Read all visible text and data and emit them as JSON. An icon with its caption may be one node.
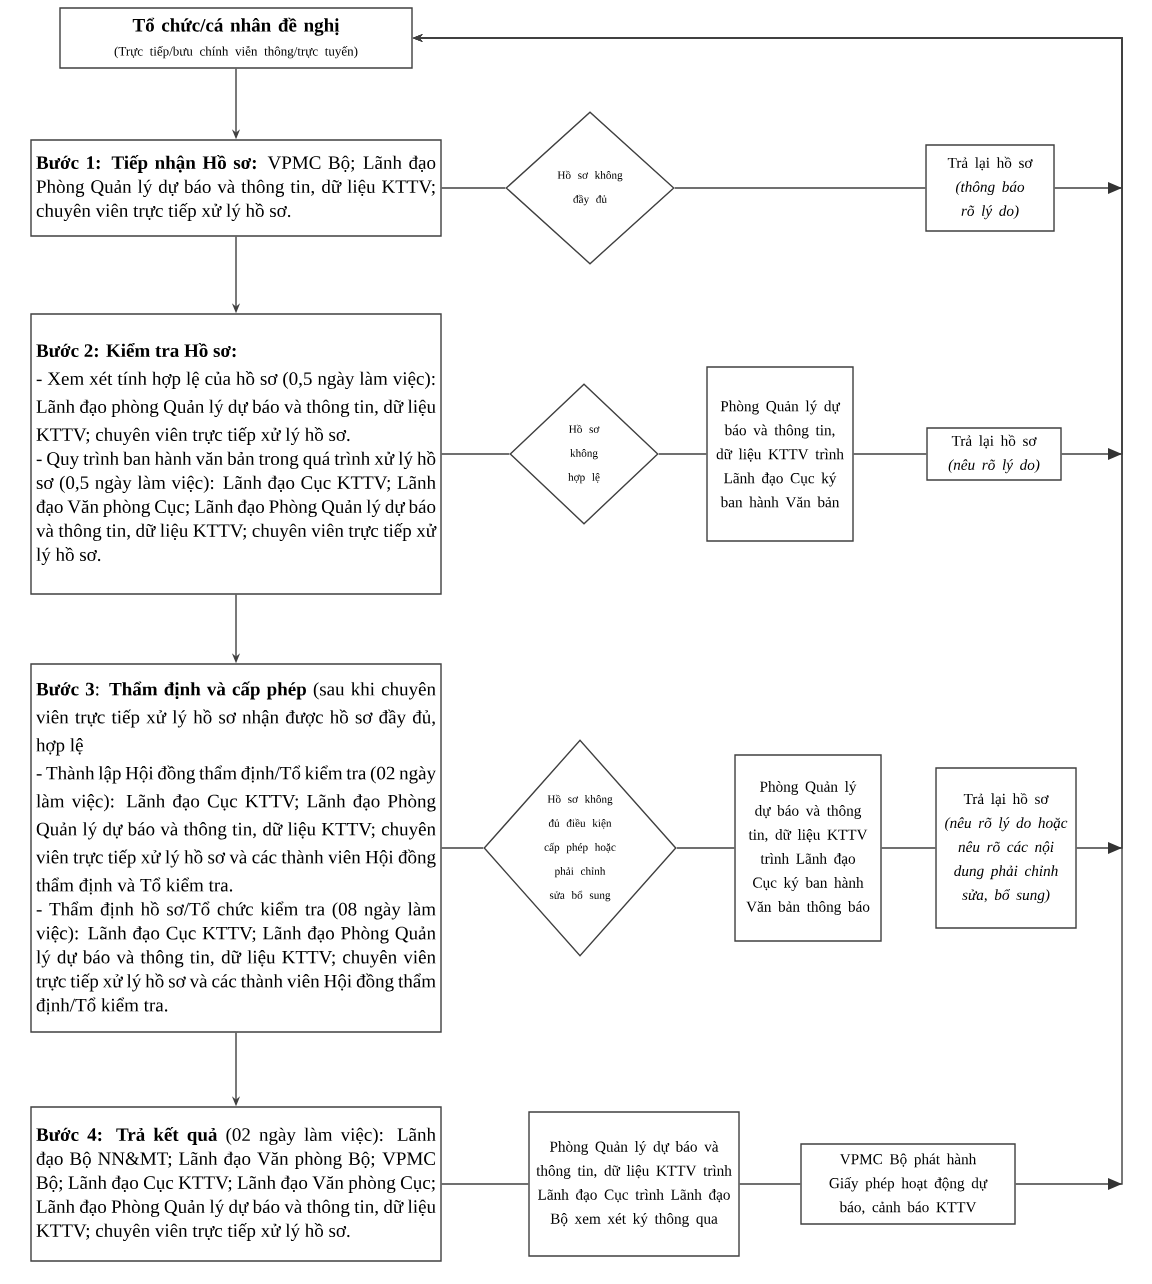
{
  "diagram": {
    "nodes": [
      {
        "text": [
          "Tổ chức/cá nhân đề nghị",
          "(Trực tiếp/bưu chính viễn thông/trực tuyến)"
        ]
      },
      {
        "text": [
          "**Bước 1: Tiếp nhận Hồ sơ:** VPMC Bộ; Lãnh đạo Phòng Quản lý dự báo và thông tin, dữ liệu KTTV; chuyên viên trực tiếp xử lý hồ sơ."
        ]
      },
      {
        "text": [
          "Hồ sơ không đầy đủ"
        ]
      },
      {
        "text": [
          "Trả lại hồ sơ",
          "(thông báo rõ lý do)"
        ]
      },
      {
        "text": [
          "Bước 2: Kiểm tra Hồ sơ:",
          "- Xem xét tính hợp lệ của hồ sơ (0,5 ngày làm việc): Lãnh đạo phòng Quản lý dự báo và thông tin, dữ liệu KTTV; chuyên viên trực tiếp xử lý hồ sơ.",
          "- Quy trình ban hành văn bản trong quá trình xử lý hồ sơ (0,5 ngày làm việc): Lãnh đạo Cục KTTV; Lãnh đạo Văn phòng Cục; Lãnh đạo Phòng Quản lý dự báo và thông tin, dữ liệu KTTV; chuyên viên trực tiếp xử lý hồ sơ."
        ]
      },
      {
        "text": [
          "Hồ sơ không hợp lệ"
        ]
      },
      {
        "text": [
          "Phòng Quản lý dự báo và thông tin, dữ liệu KTTV trình Lãnh đạo Cục ký ban hành Văn bản"
        ]
      },
      {
        "text": [
          "Trả lại hồ sơ",
          "(nêu rõ lý do)"
        ]
      },
      {
        "text": [
          "**Bước 3**: **Thẩm định và cấp phép** (sau khi chuyên viên trực tiếp xử lý hồ sơ nhận được hồ sơ đầy đủ, hợp lệ",
          "- Thành lập Hội đồng thẩm định/Tổ kiểm tra (02 ngày làm việc): Lãnh đạo Cục KTTV; Lãnh đạo Phòng Quản lý dự báo và thông tin, dữ liệu KTTV; chuyên viên trực tiếp xử lý hồ sơ và các thành viên Hội đồng thẩm định và Tổ kiểm tra.",
          "- Thẩm định hồ sơ/Tổ chức kiểm tra (08 ngày làm việc): Lãnh đạo Cục KTTV; Lãnh đạo Phòng Quản lý dự báo và thông tin, dữ liệu KTTV; chuyên viên trực tiếp xử lý hồ sơ và các thành viên Hội đồng thẩm định/Tổ kiểm tra."
        ]
      },
      {
        "text": [
          "Hồ sơ không đủ điều kiện cấp phép hoặc phải chỉnh sửa bổ sung"
        ]
      },
      {
        "text": [
          "Phòng Quản lý dự báo và thông tin, dữ liệu KTTV trình Lãnh đạo Cục ký ban hành Văn bản thông báo"
        ]
      },
      {
        "text": [
          "Trả lại hồ sơ",
          "(nêu rõ lý do hoặc nêu rõ các nội dung phải chỉnh sửa, bổ sung)"
        ]
      },
      {
        "text": [
          "**Bước 4: Trả kết quả** (02 ngày làm việc): Lãnh đạo Bộ NN&MT; Lãnh đạo Văn phòng Bộ; VPMC Bộ; Lãnh đạo Cục KTTV; Lãnh đạo Văn phòng Cục; Lãnh đạo Phòng Quản lý dự báo và thông tin, dữ liệu KTTV; chuyên viên trực tiếp xử lý hồ sơ."
        ]
      },
      {
        "text": [
          "Phòng Quản lý dự báo và thông tin, dữ liệu KTTV trình Lãnh đạo Cục trình Lãnh đạo Bộ xem xét ký thông qua"
        ]
      },
      {
        "text": [
          "VPMC Bộ phát hành Giấy phép hoạt động dự báo, cảnh báo KTTV"
        ]
      }
    ],
    "edges": [
      {
        "from": 0,
        "to": 1,
        "arrow": "to"
      },
      {
        "from": 1,
        "to": 4,
        "arrow": "to"
      },
      {
        "from": 4,
        "to": 8,
        "arrow": "to"
      },
      {
        "from": 8,
        "to": 12,
        "arrow": "to"
      },
      {
        "from": 1,
        "to": 2,
        "arrow": "none"
      },
      {
        "from": 2,
        "to": 3,
        "arrow": "none"
      },
      {
        "from": 4,
        "to": 5,
        "arrow": "none"
      },
      {
        "from": 5,
        "to": 6,
        "arrow": "none"
      },
      {
        "from": 6,
        "to": 7,
        "arrow": "none"
      },
      {
        "from": 8,
        "to": 9,
        "arrow": "none"
      },
      {
        "from": 9,
        "to": 10,
        "arrow": "none"
      },
      {
        "from": 10,
        "to": 11,
        "arrow": "none"
      },
      {
        "from": 12,
        "to": 13,
        "arrow": "none"
      },
      {
        "from": 13,
        "to": 14,
        "arrow": "none"
      },
      {
        "from": 3,
        "to": 0,
        "arrow": "to"
      },
      {
        "from": 7,
        "to": 0,
        "arrow": "to"
      },
      {
        "from": 11,
        "to": 0,
        "arrow": "to"
      },
      {
        "from": 14,
        "to": 0,
        "arrow": "to"
      }
    ]
  }
}
